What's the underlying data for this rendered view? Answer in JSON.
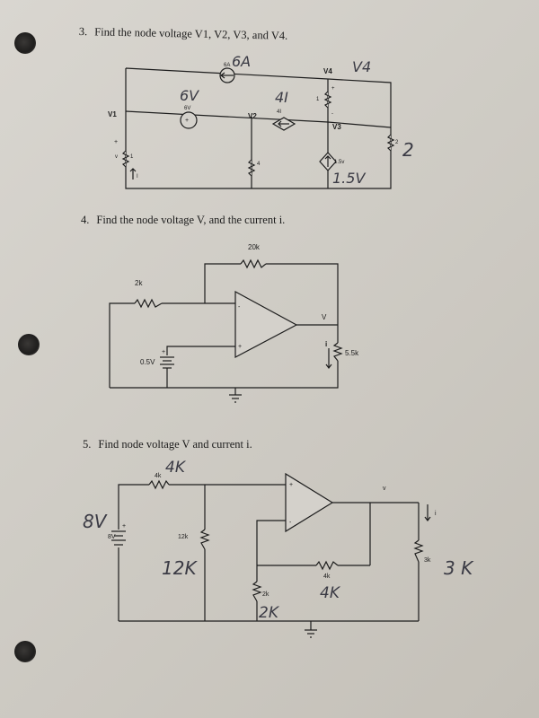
{
  "q3": {
    "number": "3.",
    "text": "Find the node voltage V1, V2, V3, and V4.",
    "labels": {
      "src_top": "6A",
      "v4": "V4",
      "v1": "V1",
      "v2": "V2",
      "v3": "V3",
      "src_left": "6V",
      "dep_top": "4I",
      "sub1": "1",
      "r_mid": "1",
      "r4": "4",
      "r2": "2",
      "r1": "1",
      "v": "v",
      "i1": "I",
      "dep_right": "1.5v",
      "dep_right_sub": "1",
      "plus": "+",
      "minus": "-"
    },
    "handwritten": {
      "src_top": "6A",
      "v4": "V4",
      "src_left": "6V",
      "dep_top": "4I",
      "r2": "2",
      "dep_right": "1.5V"
    }
  },
  "q4": {
    "number": "4.",
    "text": "Find the node voltage V, and the current i.",
    "labels": {
      "rf": "20k",
      "rin": "2k",
      "v": "V",
      "vs": "0.5V",
      "i": "i",
      "rl": "5.5k",
      "plus": "+",
      "minus": "-"
    }
  },
  "q5": {
    "number": "5.",
    "text": "Find node voltage V and current i.",
    "labels": {
      "r_top": "4k",
      "vs": "8V",
      "r12": "12k",
      "rf": "4k",
      "rg": "2k",
      "v": "v",
      "i": "i",
      "rl": "3k",
      "plus": "+",
      "minus": "-"
    },
    "handwritten": {
      "r_top": "4K",
      "vs": "8V",
      "r12": "12K",
      "rf": "4K",
      "rg": "2K",
      "rl": "3 K"
    }
  }
}
